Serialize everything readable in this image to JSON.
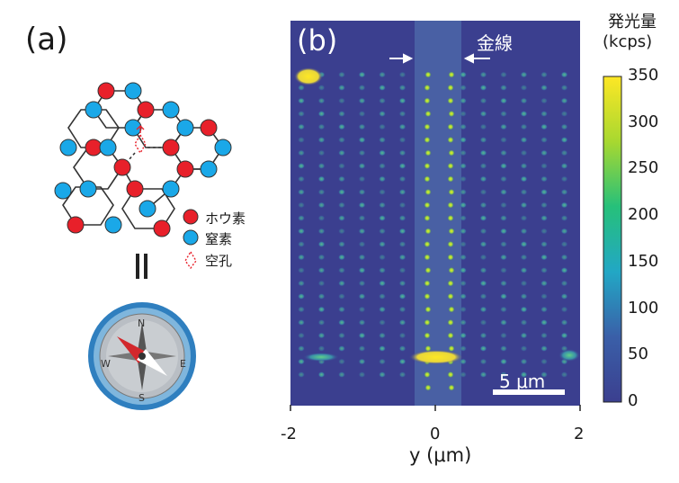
{
  "panel_a": {
    "label": "(a)",
    "legend": [
      {
        "label": "ホウ素",
        "color": "#e8202a"
      },
      {
        "label": "窒素",
        "color": "#1aa8e8"
      },
      {
        "label": "空孔",
        "color": "#e8202a"
      }
    ],
    "equals_glyph": "||",
    "compass_letters": {
      "n": "N",
      "e": "E",
      "s": "S",
      "w": "W"
    }
  },
  "panel_b": {
    "label": "(b)",
    "wire_label": "金線",
    "scalebar_label": "5 μm",
    "colorbar_title_line1": "発光量",
    "colorbar_title_line2": "(kcps)"
  },
  "chart_data": {
    "type": "heatmap",
    "title": "",
    "xlabel": "y (μm)",
    "ylabel": "",
    "xlim": [
      -2,
      2
    ],
    "x_ticks": [
      "-2",
      "0",
      "2"
    ],
    "colorbar": {
      "min": 0,
      "max": 350,
      "ticks": [
        "350",
        "300",
        "250",
        "200",
        "150",
        "100",
        "50",
        "0"
      ],
      "colormap": "viridis",
      "title": "発光量 (kcps)"
    },
    "description_values": {
      "background_level": 40,
      "spot_grid_level": 90,
      "wire_spot_level": 260,
      "hot_spot_level": 350
    }
  },
  "colors": {
    "boron": "#e8202a",
    "nitrogen": "#1aa8e8",
    "map_background": "#3b3f8f",
    "wire_band": "#4b64a6"
  }
}
